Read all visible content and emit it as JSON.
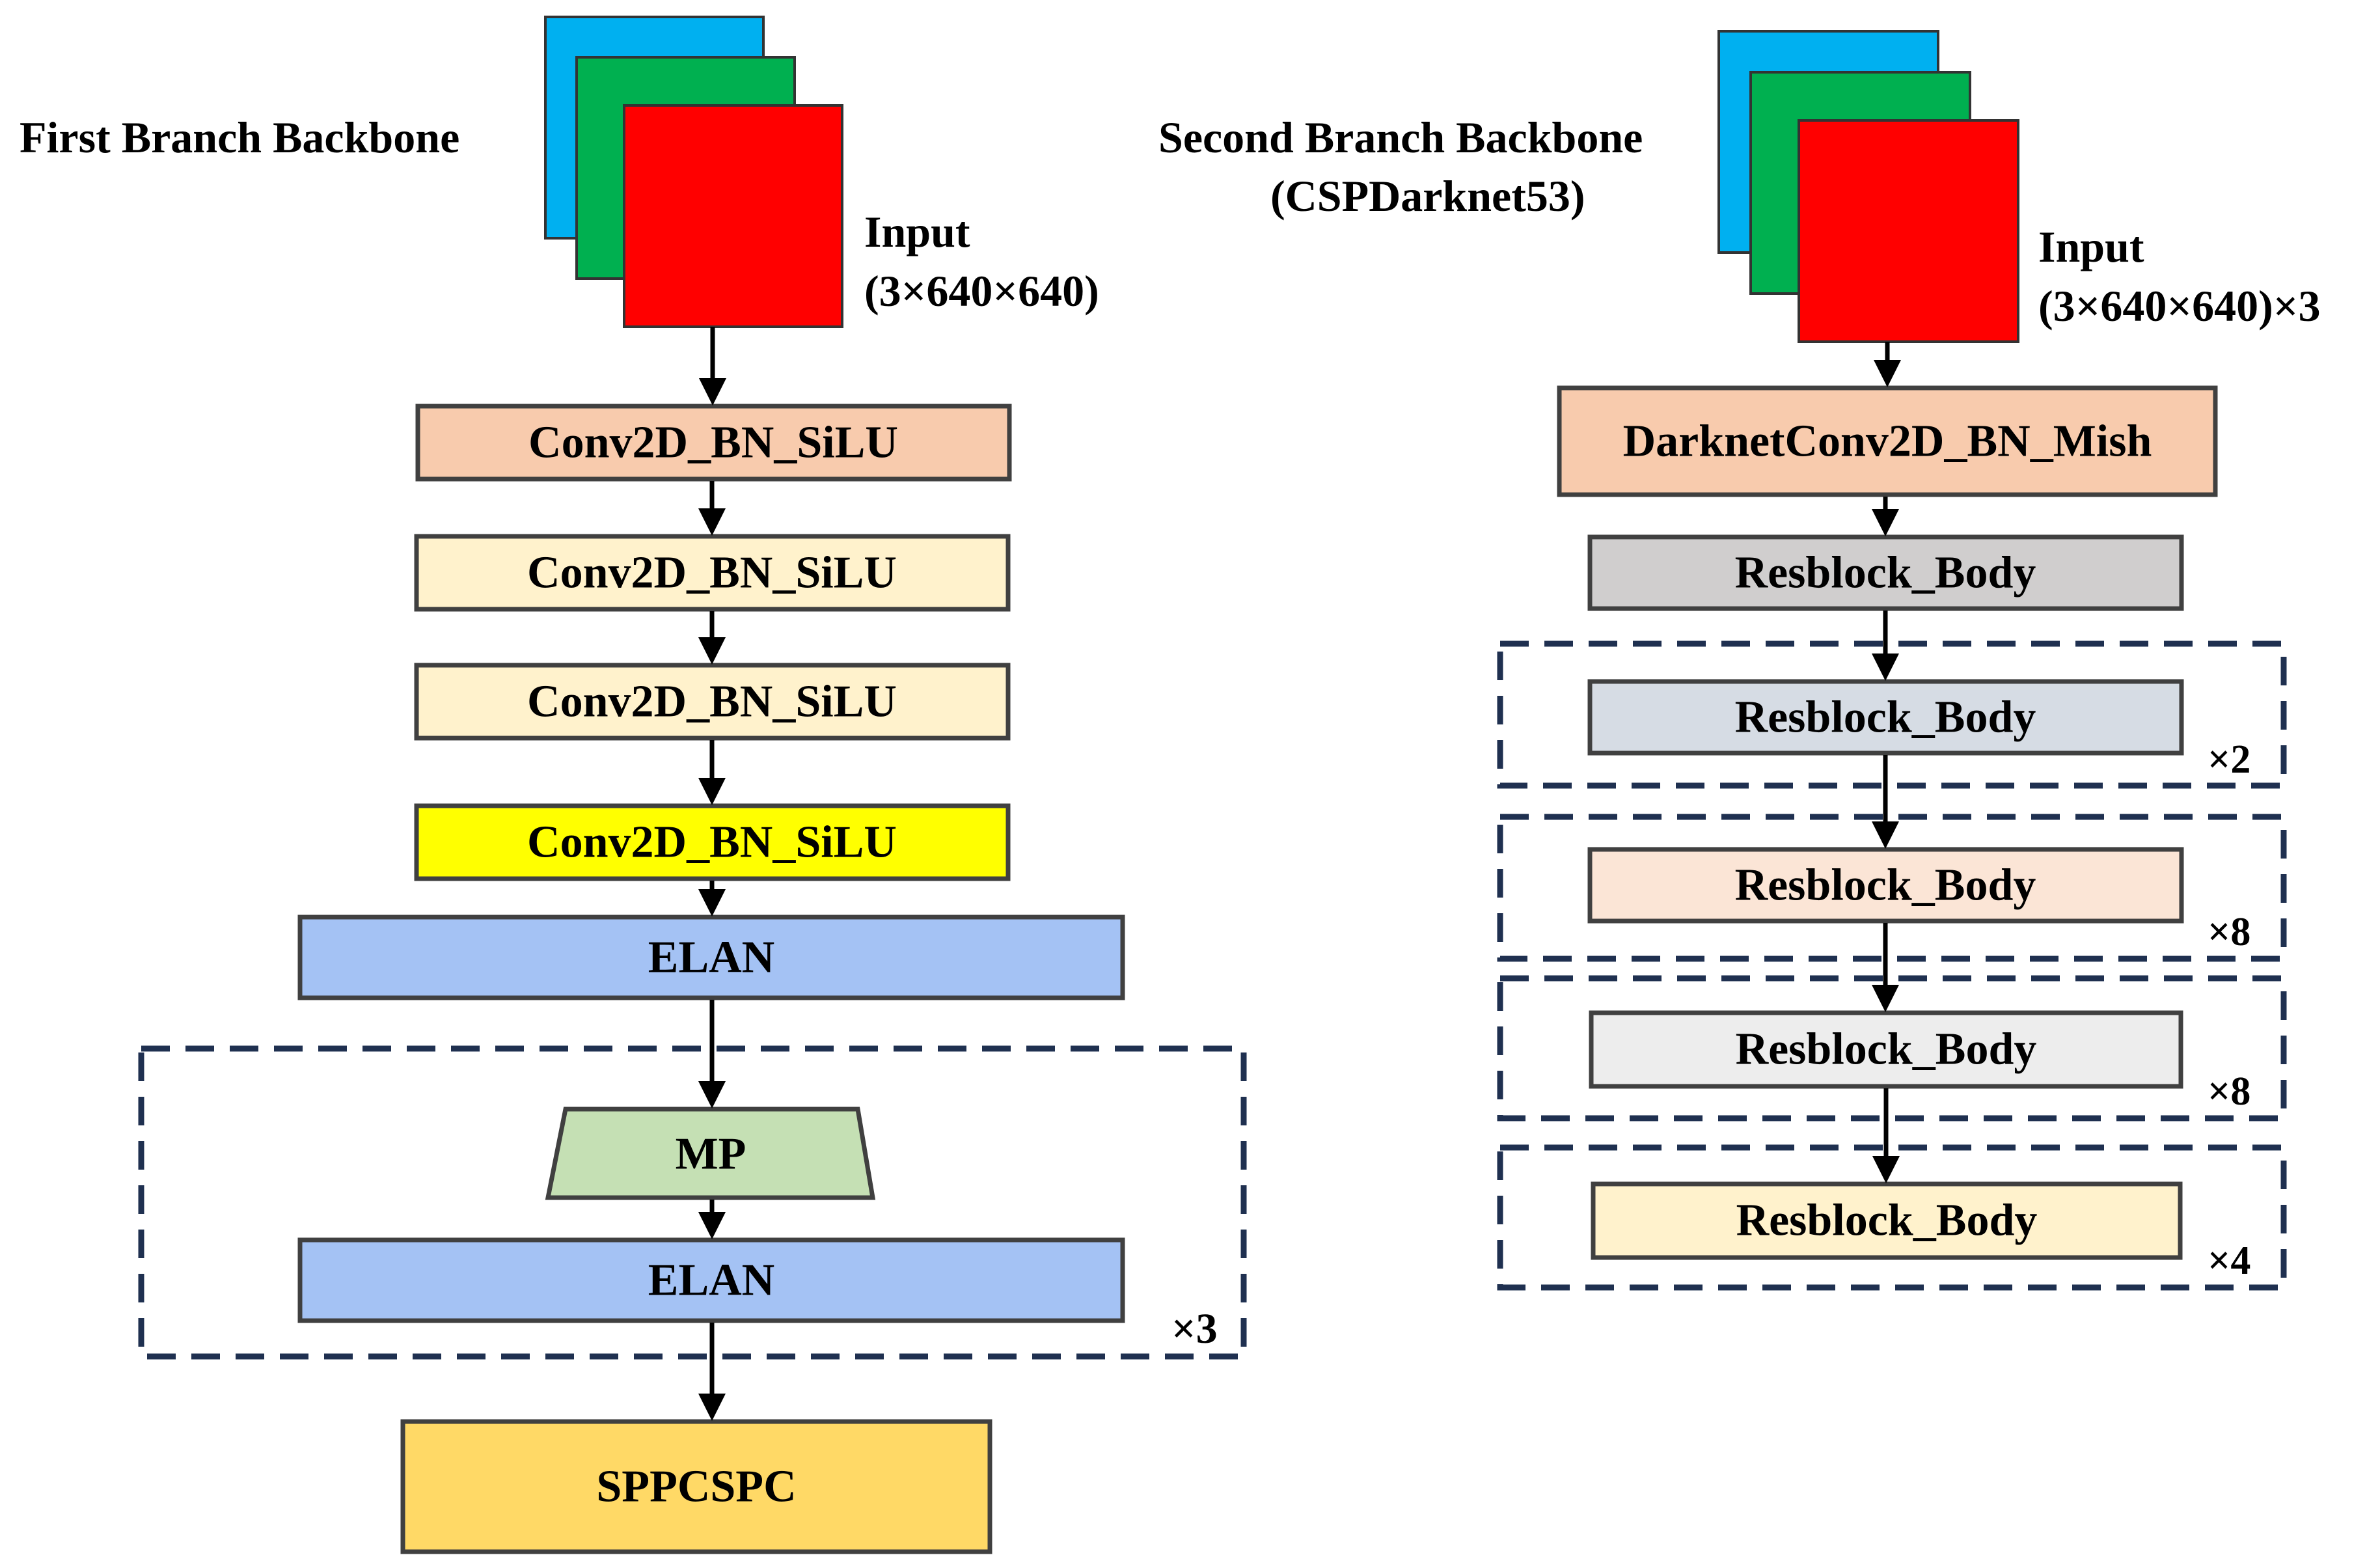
{
  "left": {
    "title": "First Branch Backbone",
    "input_label": "Input",
    "input_shape": "(3×640×640)",
    "layers": [
      {
        "label": "Conv2D_BN_SiLU",
        "fill": "#f8cbad"
      },
      {
        "label": "Conv2D_BN_SiLU",
        "fill": "#fff2cc"
      },
      {
        "label": "Conv2D_BN_SiLU",
        "fill": "#fff2cc"
      },
      {
        "label": "Conv2D_BN_SiLU",
        "fill": "#ffff00"
      },
      {
        "label": "ELAN",
        "fill": "#a4c2f4"
      }
    ],
    "repeat_group": {
      "mp_label": "MP",
      "mp_fill": "#c5e0b4",
      "elan_label": "ELAN",
      "elan_fill": "#a4c2f4",
      "multiplier": "×3"
    },
    "output": {
      "label": "SPPCSPC",
      "fill": "#ffd966"
    }
  },
  "right": {
    "title": "Second Branch Backbone",
    "subtitle": "(CSPDarknet53)",
    "input_label": "Input",
    "input_shape": "(3×640×640)×3",
    "stem": {
      "label": "DarknetConv2D_BN_Mish",
      "fill": "#f8cbad"
    },
    "first_block": {
      "label": "Resblock_Body",
      "fill": "#d0cece"
    },
    "groups": [
      {
        "label": "Resblock_Body",
        "fill": "#d6dce4",
        "multiplier": "×2"
      },
      {
        "label": "Resblock_Body",
        "fill": "#fbe5d6",
        "multiplier": "×8"
      },
      {
        "label": "Resblock_Body",
        "fill": "#ededed",
        "multiplier": "×8"
      },
      {
        "label": "Resblock_Body",
        "fill": "#fff2cc",
        "multiplier": "×4"
      }
    ]
  },
  "input_channel_colors": [
    "#00b0f0",
    "#00b050",
    "#ff0000"
  ],
  "icons": {
    "arrow": "down-arrow-icon"
  }
}
